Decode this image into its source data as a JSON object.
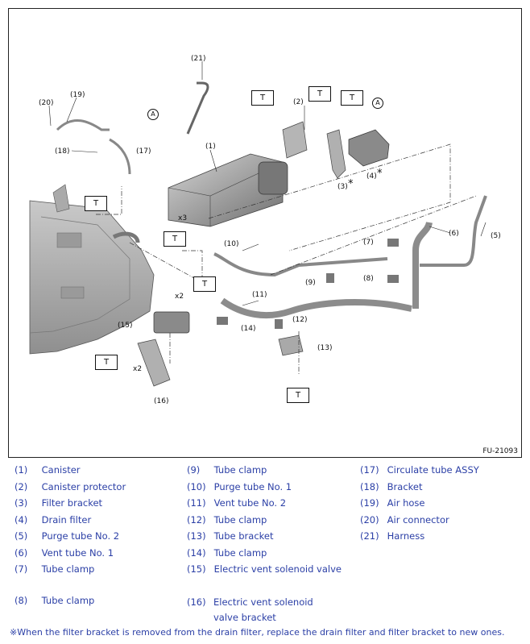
{
  "figure": {
    "id": "FU-21093",
    "callouts": [
      "(1)",
      "(2)",
      "(3)",
      "(4)",
      "(5)",
      "(6)",
      "(7)",
      "(8)",
      "(9)",
      "(10)",
      "(11)",
      "(12)",
      "(13)",
      "(14)",
      "(15)",
      "(16)",
      "(17)",
      "(18)",
      "(19)",
      "(20)",
      "(21)"
    ],
    "torque_marker": "T",
    "ref_marker": "A",
    "qty_x3": "x3",
    "qty_x2": "x2",
    "asterisk": "*"
  },
  "legend": [
    {
      "num": "(1)",
      "label": "Canister"
    },
    {
      "num": "(2)",
      "label": "Canister protector"
    },
    {
      "num": "(3)",
      "label": "Filter bracket"
    },
    {
      "num": "(4)",
      "label": "Drain filter"
    },
    {
      "num": "(5)",
      "label": "Purge tube No. 2"
    },
    {
      "num": "(6)",
      "label": "Vent tube No. 1"
    },
    {
      "num": "(7)",
      "label": "Tube clamp"
    },
    {
      "num": "(8)",
      "label": "Tube clamp"
    },
    {
      "num": "(9)",
      "label": "Tube clamp"
    },
    {
      "num": "(10)",
      "label": "Purge tube No. 1"
    },
    {
      "num": "(11)",
      "label": "Vent tube No. 2"
    },
    {
      "num": "(12)",
      "label": "Tube clamp"
    },
    {
      "num": "(13)",
      "label": "Tube bracket"
    },
    {
      "num": "(14)",
      "label": "Tube clamp"
    },
    {
      "num": "(15)",
      "label": "Electric vent solenoid valve"
    },
    {
      "num": "(16)",
      "label": "Electric vent solenoid valve bracket"
    },
    {
      "num": "(17)",
      "label": "Circulate tube ASSY"
    },
    {
      "num": "(18)",
      "label": "Bracket"
    },
    {
      "num": "(19)",
      "label": "Air hose"
    },
    {
      "num": "(20)",
      "label": "Air connector"
    },
    {
      "num": "(21)",
      "label": "Harness"
    }
  ],
  "note": "※When the filter bracket is removed from the drain filter, replace the drain filter and filter bracket to new ones."
}
